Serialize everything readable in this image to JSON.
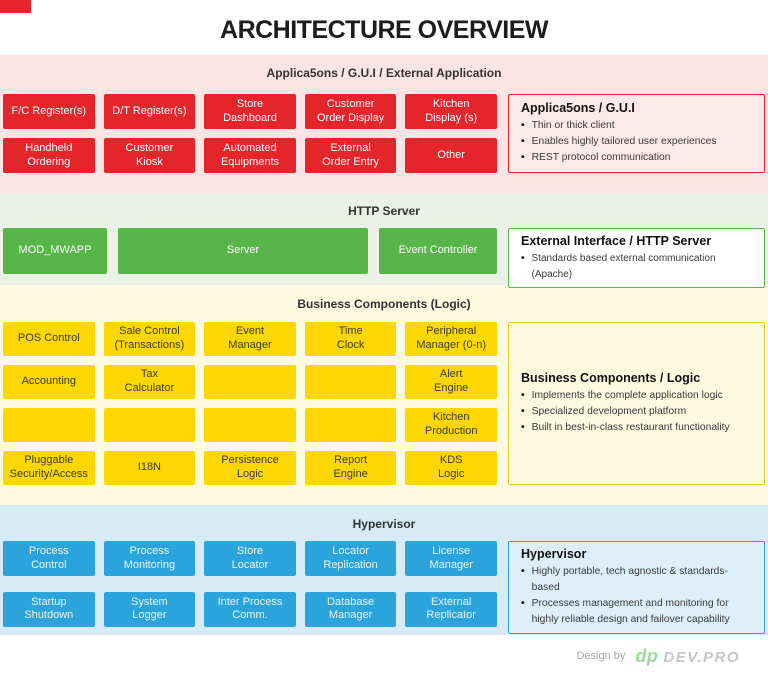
{
  "title": "ARCHITECTURE OVERVIEW",
  "corner_mark_color": "#e4252c",
  "colors": {
    "red": "#e4252c",
    "red_bg": "#fbe4e4",
    "green": "#58b54a",
    "green_bg": "#ebf1e6",
    "yellow": "#fdd703",
    "yellow_bg": "#fcfadf",
    "blue": "#2ba4db",
    "blue_bg": "#d7ebf6"
  },
  "sections": [
    {
      "header": "Applica5ons / G.U.I / External Application",
      "boxes": [
        [
          "F/C Register(s)",
          "D/T Register(s)",
          "Store\nDashboard",
          "Customer\nOrder Display",
          "Kitchen\nDisplay (s)"
        ],
        [
          "Handheld\nOrdering",
          "Customer\nKiosk",
          "Automated\nEquipments",
          "External\nOrder Entry",
          "Other"
        ]
      ],
      "panel": {
        "title": "Applica5ons / G.U.I",
        "bullets": [
          "Thin or thick client",
          "Enables highly tailored user experiences",
          "REST protocol communication"
        ]
      }
    },
    {
      "header": "HTTP Server",
      "boxes": [
        [
          "MOD_MWAPP",
          "Server",
          "Event Controller"
        ]
      ],
      "panel": {
        "title": "External Interface / HTTP Server",
        "bullets": [
          "Standards based external communication (Apache)"
        ]
      }
    },
    {
      "header": "Business Components (Logic)",
      "boxes": [
        [
          "POS Control",
          "Sale Control\n(Transactions)",
          "Event\nManager",
          "Time\nClock",
          "Peripheral\nManager (0-n)"
        ],
        [
          "Accounting",
          "Tax\nCalculator",
          "",
          "",
          "Alert\nEngine"
        ],
        [
          "",
          "",
          "",
          "",
          "Kitchen\nProduction"
        ],
        [
          "Pluggable\nSecurity/Access",
          "I18N",
          "Persistence\nLogic",
          "Report\nEngine",
          "KDS\nLogic"
        ]
      ],
      "panel": {
        "title": "Business Components / Logic",
        "bullets": [
          "Implements the complete application logic",
          "Specialized development platform",
          "Built in best-in-class restaurant functionality"
        ]
      }
    },
    {
      "header": "Hypervisor",
      "boxes": [
        [
          "Process\nControl",
          "Process\nMonitoring",
          "Store\nLocator",
          "Locator\nReplication",
          "License\nManager"
        ],
        [
          "Startup\nShutdown",
          "System\nLogger",
          "Inter Process\nComm.",
          "Database\nManager",
          "External\nReplicator"
        ]
      ],
      "panel": {
        "title": "Hypervisor",
        "bullets": [
          "Highly portable, tech agnostic & standards-based",
          "Processes management and monitoring for highly reliable design and failover capability"
        ]
      }
    }
  ],
  "footer": {
    "design_by": "Design by",
    "logo_dp": "dp",
    "logo_brand": "DEV.PRO"
  }
}
